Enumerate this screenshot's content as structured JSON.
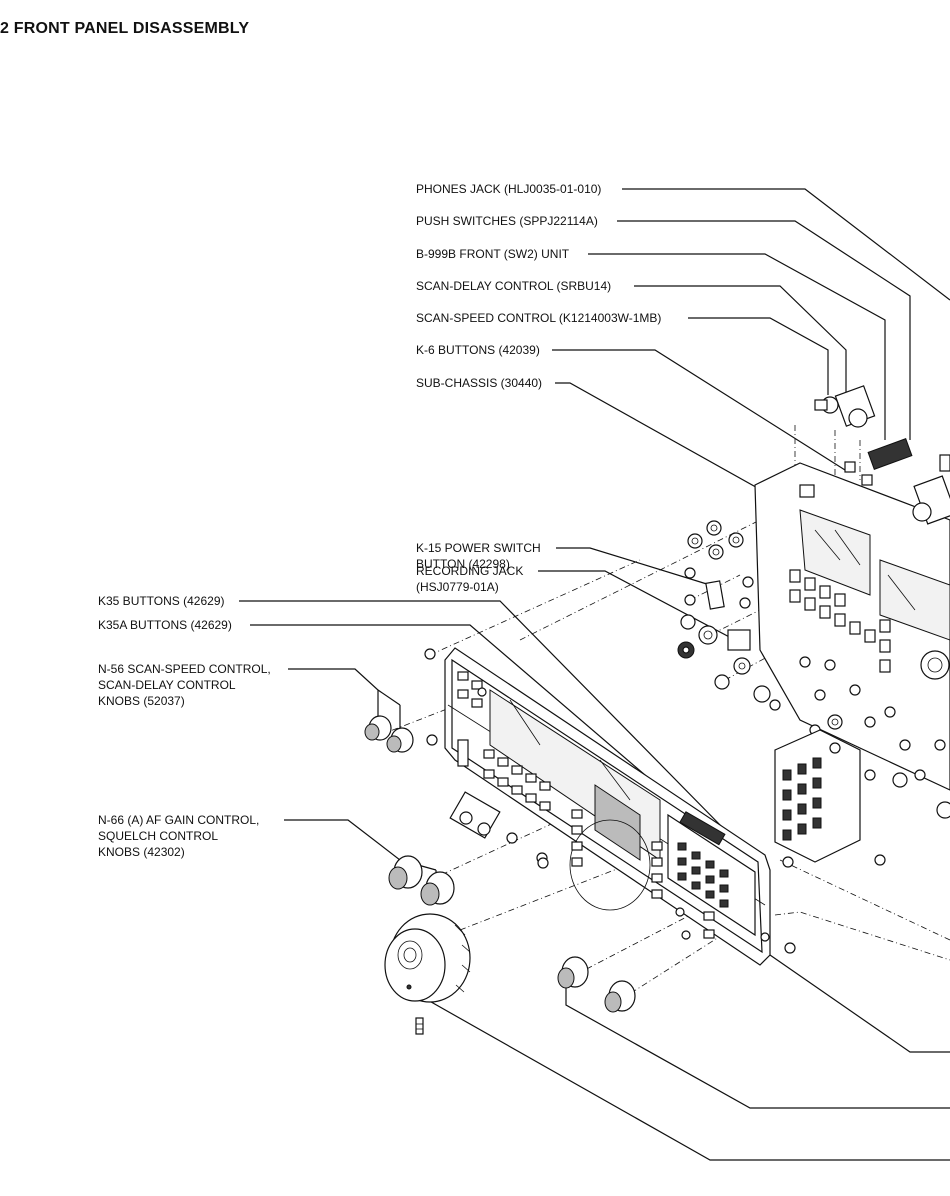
{
  "title": "2 FRONT PANEL DISASSEMBLY",
  "callouts": {
    "phones_jack": "PHONES JACK (HLJ0035-01-010)",
    "push_switches": "PUSH SWITCHES (SPPJ22114A)",
    "front_unit": "B-999B FRONT (SW2) UNIT",
    "scan_delay": "SCAN-DELAY CONTROL (SRBU14)",
    "scan_speed": "SCAN-SPEED CONTROL (K1214003W-1MB)",
    "k6_buttons": "K-6 BUTTONS (42039)",
    "sub_chassis": "SUB-CHASSIS (30440)",
    "k15_line1": "K-15 POWER SWITCH",
    "k15_line2": "BUTTON (42298)",
    "rec_line1": "RECORDING JACK",
    "rec_line2": "(HSJ0779-01A)",
    "k35": "K35 BUTTONS (42629)",
    "k35a": "K35A BUTTONS (42629)",
    "n56_line1": "N-56 SCAN-SPEED CONTROL,",
    "n56_line2": "SCAN-DELAY CONTROL",
    "n56_line3": "KNOBS (52037)",
    "n66_line1": "N-66 (A) AF GAIN CONTROL,",
    "n66_line2": "SQUELCH CONTROL",
    "n66_line3": "KNOBS (42302)"
  }
}
